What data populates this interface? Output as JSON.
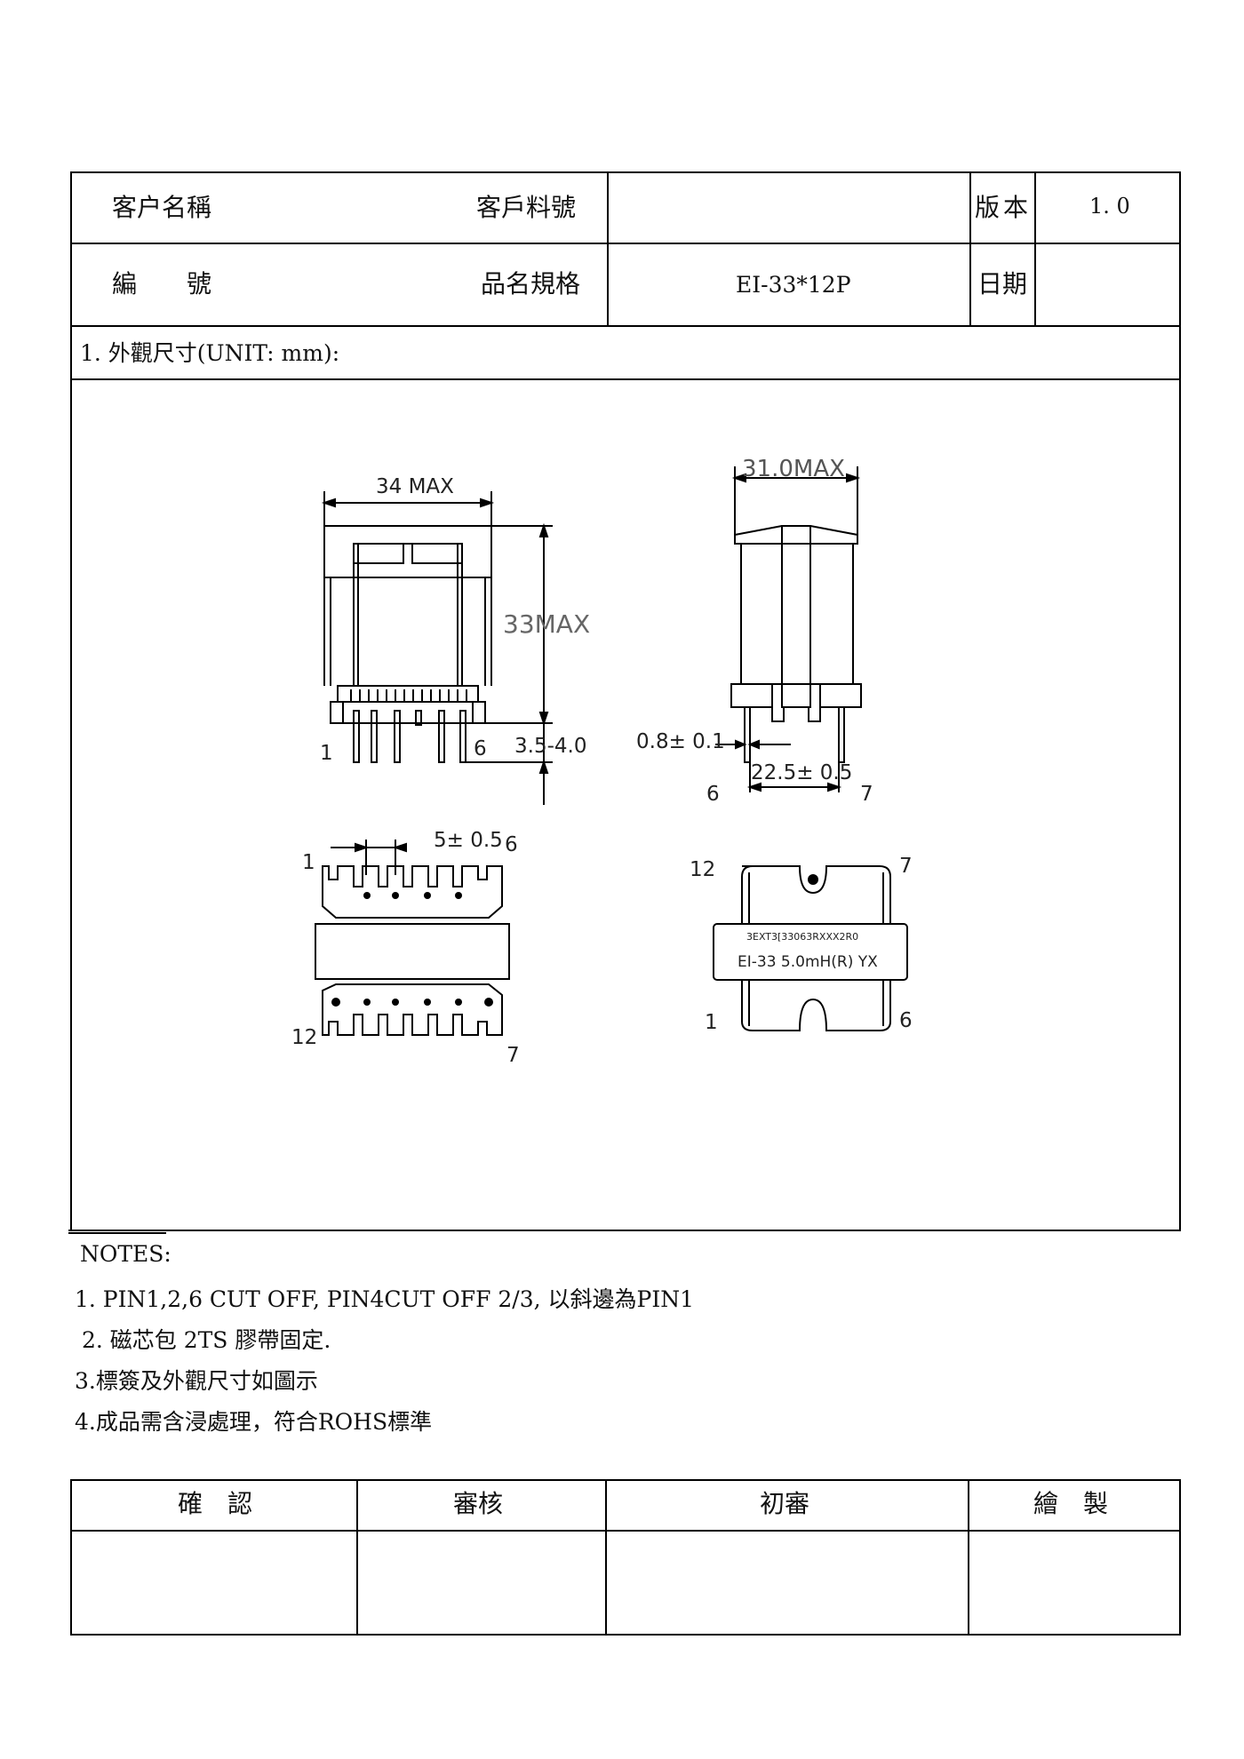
{
  "header": {
    "customer_name_label": "客户名稱",
    "customer_part_label": "客戶料號",
    "customer_part_value": "",
    "version_label": "版本",
    "version_value": "1. 0",
    "number_label": "編　　號",
    "spec_label": "品名規格",
    "spec_value": "EI-33*12P",
    "date_label": "日期",
    "date_value": ""
  },
  "section_title": "1. 外觀尺寸(UNIT: mm):",
  "drawing": {
    "front": {
      "width_label": "34 MAX",
      "height_label": "33MAX",
      "pin_label": "3.5-4.0",
      "pin_left": "1",
      "pin_right": "6"
    },
    "side": {
      "width_label": "31.0MAX",
      "pin_dia_label": "0.8± 0.1",
      "pitch_label": "22.5± 0.5",
      "pin_left": "6",
      "pin_right": "7"
    },
    "bottom": {
      "pitch_label": "5± 0.5",
      "pin_tl": "1",
      "pin_tr": "6",
      "pin_bl": "12",
      "pin_br": "7"
    },
    "top": {
      "label_line1": "3EXT3[33063RXXX2R0",
      "label_line2": "EI-33 5.0mH(R)  YX",
      "pin_tl": "12",
      "pin_tr": "7",
      "pin_bl": "1",
      "pin_br": "6"
    }
  },
  "notes": {
    "title": "NOTES:",
    "items": [
      "1. PIN1,2,6 CUT OFF, PIN4CUT OFF 2/3, 以斜邊為PIN1",
      " 2. 磁芯包 2TS 膠帶固定.",
      "3.標簽及外觀尺寸如圖示",
      "4.成品需含浸處理，符合ROHS標準"
    ]
  },
  "signoff": {
    "confirm_label": "確　認",
    "review_label": "審核",
    "first_review_label": "初審",
    "drawn_label": "繪　製"
  }
}
